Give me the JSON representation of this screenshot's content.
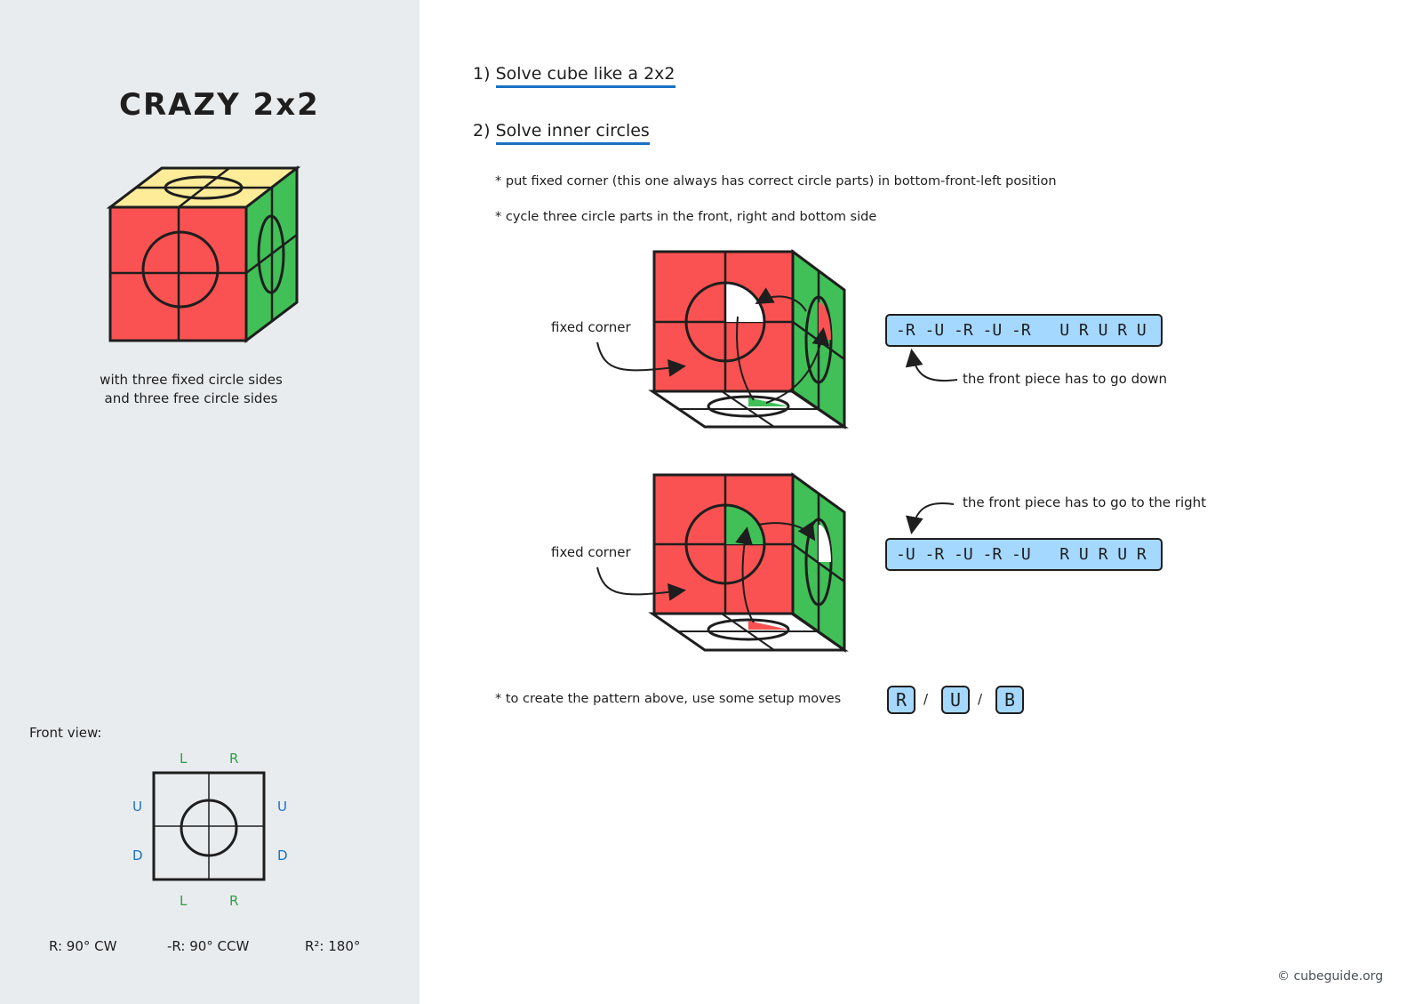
{
  "sidebar": {
    "title": "CRAZY 2x2",
    "subtitle_line1": "with three fixed circle sides",
    "subtitle_line2": "and three free circle sides",
    "front_view_label": "Front view:",
    "front_view": {
      "top_left": "L",
      "top_right": "R",
      "bottom_left": "L",
      "bottom_right": "R",
      "left_up": "U",
      "left_down": "D",
      "right_up": "U",
      "right_down": "D"
    },
    "legend": [
      "R: 90° CW",
      "-R: 90° CCW",
      "R²: 180°"
    ]
  },
  "main": {
    "step1": "Solve cube like a 2x2",
    "step1_num": "1)",
    "step2": "Solve inner circles",
    "step2_num": "2)",
    "bullet1": "* put fixed corner (this one always has correct circle parts) in bottom-front-left position",
    "bullet2": "* cycle three circle parts in the front, right and bottom side",
    "diagram1": {
      "label": "fixed corner",
      "algorithm": "-R -U -R -U -R   U R U R U",
      "note": "the front piece has to go down"
    },
    "diagram2": {
      "label": "fixed corner",
      "algorithm": "-U -R -U -R -U   R U R U R",
      "note": "the front piece has to go to the right"
    },
    "bullet3": "* to create the pattern above, use some setup moves",
    "setup_moves": [
      "R",
      "U",
      "B"
    ],
    "separator": "/"
  },
  "footer": {
    "credit": "© cubeguide.org"
  },
  "colors": {
    "red": "#fa5252",
    "green": "#40c057",
    "yellow": "#ffec99",
    "blue_accent": "#1971c2",
    "key_blue": "#a5d8ff",
    "sidebar_bg": "#e9ecef"
  }
}
